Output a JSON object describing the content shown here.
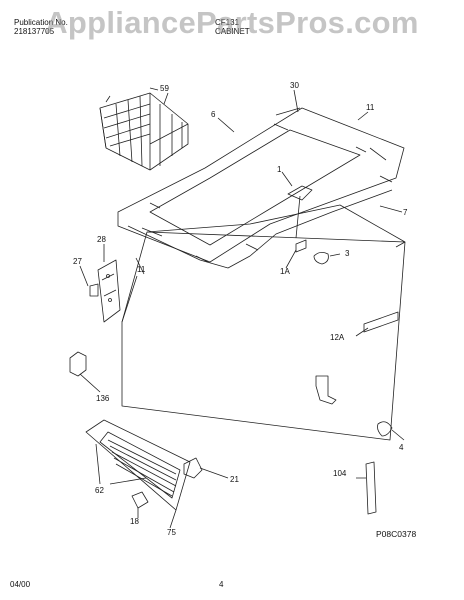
{
  "header": {
    "publication_label": "Publication No.",
    "publication_no": "218137705",
    "model": "CF131",
    "section": "CABINET"
  },
  "watermark": "AppliancePartsPros.com",
  "footer": {
    "date": "04/00",
    "page": "4"
  },
  "drawing_code": "P08C0378",
  "part_labels": [
    "59",
    "30",
    "6",
    "11",
    "1",
    "7",
    "28",
    "27",
    "11",
    "1A",
    "3",
    "12A",
    "136",
    "4",
    "21",
    "104",
    "62",
    "18",
    "75"
  ]
}
